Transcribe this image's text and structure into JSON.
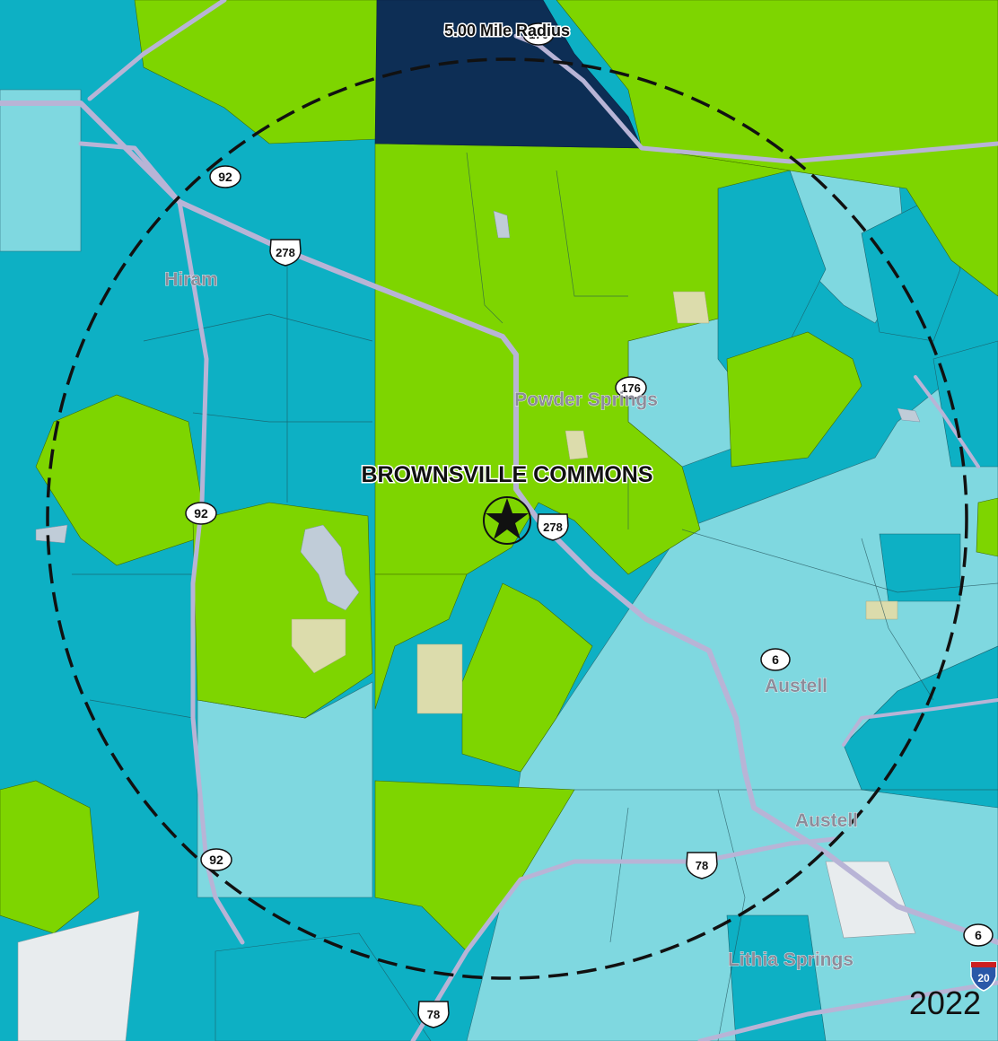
{
  "map": {
    "radius_label": "5.00 Mile Radius",
    "site_label": "BROWNSVILLE COMMONS",
    "year": "2022",
    "places": [
      {
        "id": "hiram",
        "name": "Hiram"
      },
      {
        "id": "powder-springs",
        "name": "Powder Springs"
      },
      {
        "id": "austell-1",
        "name": "Austell"
      },
      {
        "id": "austell-2",
        "name": "Austell"
      },
      {
        "id": "lithia-springs",
        "name": "Lithia Springs"
      }
    ],
    "shields": [
      {
        "id": "92-a",
        "label": "92",
        "type": "state"
      },
      {
        "id": "92-b",
        "label": "92",
        "type": "state"
      },
      {
        "id": "92-c",
        "label": "92",
        "type": "state"
      },
      {
        "id": "278-a",
        "label": "278",
        "type": "us"
      },
      {
        "id": "278-b",
        "label": "278",
        "type": "us"
      },
      {
        "id": "176",
        "label": "176",
        "type": "state"
      },
      {
        "id": "176-top",
        "label": "176",
        "type": "state"
      },
      {
        "id": "6-a",
        "label": "6",
        "type": "state"
      },
      {
        "id": "6-b",
        "label": "6",
        "type": "state"
      },
      {
        "id": "78-a",
        "label": "78",
        "type": "us"
      },
      {
        "id": "78-b",
        "label": "78",
        "type": "us"
      },
      {
        "id": "i20",
        "label": "20",
        "type": "interstate"
      }
    ],
    "colors": {
      "lime": "#7ed500",
      "teal": "#0db0c4",
      "light_cyan": "#7fd8e0",
      "navy": "#0d2e55",
      "road": "#b8b4d6",
      "water": "#c0ccd8",
      "park": "#dcdcac",
      "blank": "#e8ecee",
      "ring": "#111111"
    }
  }
}
